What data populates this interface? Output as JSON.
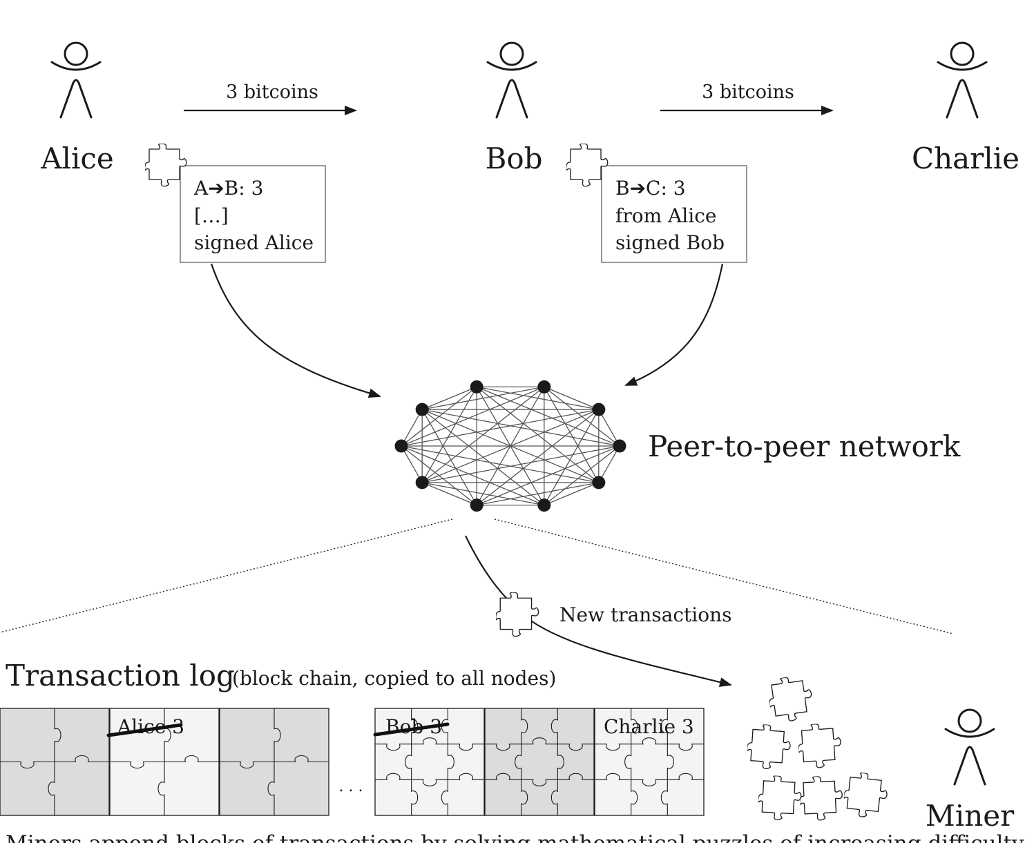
{
  "actors": {
    "alice": "Alice",
    "bob": "Bob",
    "charlie": "Charlie",
    "miner": "Miner"
  },
  "transfers": {
    "alice_to_bob": "3 bitcoins",
    "bob_to_charlie": "3 bitcoins"
  },
  "transaction_cards": {
    "card_ab": {
      "line1": "A➔B: 3",
      "line2": "[…]",
      "line3": "signed Alice"
    },
    "card_bc": {
      "line1": "B➔C: 3",
      "line2": "from Alice",
      "line3": "signed Bob"
    }
  },
  "network": {
    "label": "Peer-to-peer network",
    "node_count": 10
  },
  "new_transactions": "New transactions",
  "log": {
    "title": "Transaction log",
    "subtitle": "(block chain, copied to all nodes)",
    "ellipsis": ". . .",
    "entries": {
      "alice": "Alice 3",
      "bob": "Bob 3",
      "charlie": "Charlie 3"
    }
  },
  "caption": "Miners append blocks of transactions by solving mathematical puzzles of increasing difficulty",
  "colors": {
    "ink": "#1a1a1a",
    "block_dark": "#dcdcdc",
    "block_light": "#f4f4f4",
    "card_border": "#777777"
  }
}
